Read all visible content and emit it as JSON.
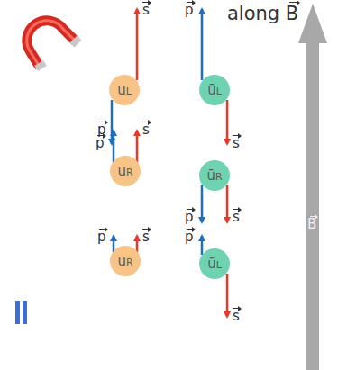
{
  "diagram": {
    "nodes": [
      {
        "text": [
          "uL"
        ]
      },
      {
        "text": [
          "ūL"
        ]
      },
      {
        "text": [
          "uR"
        ]
      },
      {
        "text": [
          "ūR"
        ]
      },
      {
        "text": [
          "uR"
        ]
      },
      {
        "text": [
          "ūL"
        ]
      }
    ],
    "labels": [
      "along B",
      "p",
      "s",
      "p",
      "s",
      "p",
      "s",
      "p",
      "s",
      "p",
      "s",
      "p",
      "s",
      "B"
    ]
  }
}
